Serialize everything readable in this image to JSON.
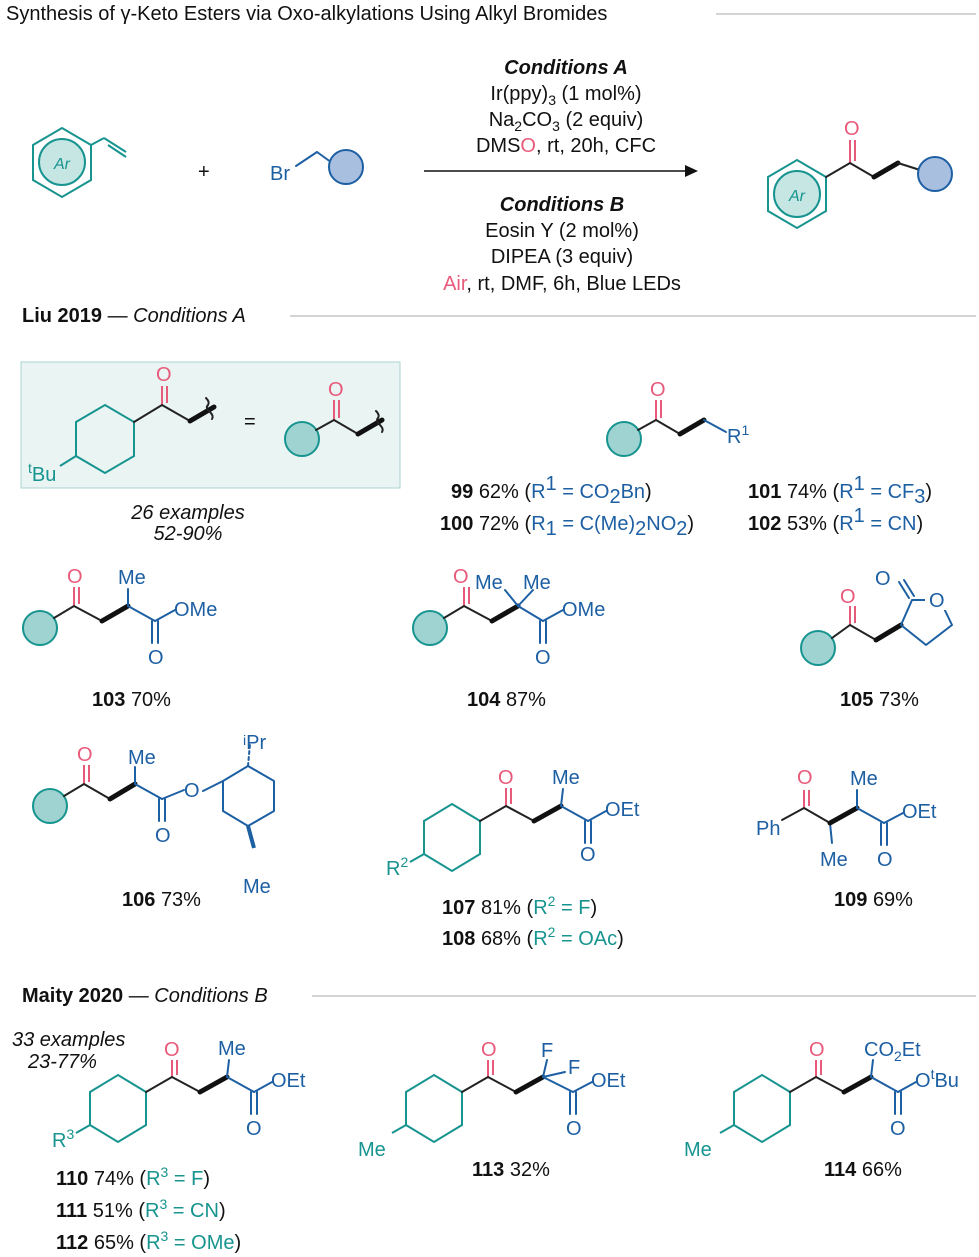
{
  "header": {
    "title": "Synthesis of γ-Keto Esters via Oxo-alkylations Using Alkyl Bromides"
  },
  "reaction": {
    "aryl_label": "Ar",
    "plus": "+",
    "br_label": "Br",
    "conditions_a": {
      "title": "Conditions A",
      "line1": "Ir(ppy)",
      "line1_sub": "3",
      "line1_tail": " (1 mol%)",
      "line2": "Na",
      "line2_sub": "2",
      "line2_mid": "CO",
      "line2_sub2": "3",
      "line2_tail": " (2 equiv)",
      "line3_pre": "DMS",
      "line3_o": "O",
      "line3_tail": ", rt, 20h, CFC"
    },
    "conditions_b": {
      "title": "Conditions B",
      "line1": "Eosin Y (2 mol%)",
      "line2": "DIPEA (3 equiv)",
      "line3_air": "Air",
      "line3_tail": ", rt, DMF, 6h, Blue LEDs"
    },
    "product_ar_label": "Ar"
  },
  "section_liu": {
    "author": "Liu 2019",
    "dash": " — ",
    "conditions": "Conditions A",
    "key_substituent": "Bu",
    "key_substituent_sup": "t",
    "equals": "=",
    "examples": "26 examples",
    "range": "52-90%"
  },
  "section_maity": {
    "author": "Maity 2020",
    "dash": " — ",
    "conditions": "Conditions B",
    "examples": "33 examples",
    "range": "23-77%"
  },
  "labels": {
    "O": "O",
    "Me": "Me",
    "OMe": "OMe",
    "OEt": "OEt",
    "Ph": "Ph",
    "F": "F",
    "R": "R",
    "CO2Et_pre": "CO",
    "CO2Et_sub": "2",
    "CO2Et_tail": "Et",
    "OtBu_pre": "O",
    "OtBu_sup": "t",
    "OtBu_tail": "Bu",
    "iPr_sup": "i",
    "iPr_tail": "Pr",
    "R1_sup": "1",
    "R2_sup": "2",
    "R3_sup": "3"
  },
  "compounds": [
    {
      "id": "99",
      "yield": "62%",
      "sub_open": "(",
      "sub_lbl": "R",
      "sub_sup": "1",
      "sub_eq": " = CO",
      "sub_sub": "2",
      "sub_tail": "Bn",
      "sub_close": ")"
    },
    {
      "id": "100",
      "yield": "72%",
      "sub_open": "(",
      "sub_lbl": "R",
      "sub_lowsub": "1",
      "sub_eq": " = C(Me)",
      "sub_sub": "2",
      "sub_tail": "NO",
      "sub_sub2": "2",
      "sub_close": ")"
    },
    {
      "id": "101",
      "yield": "74%",
      "sub_open": "(",
      "sub_lbl": "R",
      "sub_sup": "1",
      "sub_eq": " = CF",
      "sub_sub": "3",
      "sub_close": ")"
    },
    {
      "id": "102",
      "yield": "53%",
      "sub_open": "(",
      "sub_lbl": "R",
      "sub_sup": "1",
      "sub_eq": " = CN",
      "sub_close": ")"
    },
    {
      "id": "103",
      "yield": "70%"
    },
    {
      "id": "104",
      "yield": "87%"
    },
    {
      "id": "105",
      "yield": "73%"
    },
    {
      "id": "106",
      "yield": "73%"
    },
    {
      "id": "107",
      "yield": "81%",
      "sub_open": "(",
      "sub_lbl": "R",
      "sub_sup": "2",
      "sub_eq": " = F",
      "sub_close": ")"
    },
    {
      "id": "108",
      "yield": "68%",
      "sub_open": "(",
      "sub_lbl": "R",
      "sub_sup": "2",
      "sub_eq": " = OAc",
      "sub_close": ")"
    },
    {
      "id": "109",
      "yield": "69%"
    },
    {
      "id": "110",
      "yield": "74%",
      "sub_open": "(",
      "sub_lbl": "R",
      "sub_sup": "3",
      "sub_eq": " = F",
      "sub_close": ")"
    },
    {
      "id": "111",
      "yield": "51%",
      "sub_open": "(",
      "sub_lbl": "R",
      "sub_sup": "3",
      "sub_eq": " = CN",
      "sub_close": ")"
    },
    {
      "id": "112",
      "yield": "65%",
      "sub_open": "(",
      "sub_lbl": "R",
      "sub_sup": "3",
      "sub_eq": " = OMe",
      "sub_close": ")"
    },
    {
      "id": "113",
      "yield": "32%"
    },
    {
      "id": "114",
      "yield": "66%"
    }
  ],
  "colors": {
    "blue": "#1d5fa3",
    "teal": "#17948f",
    "red": "#e85a7a",
    "teal_fill": "#9fd3d1",
    "blue_fill": "#a9bfe0",
    "box_fill": "#e9f4f3"
  }
}
